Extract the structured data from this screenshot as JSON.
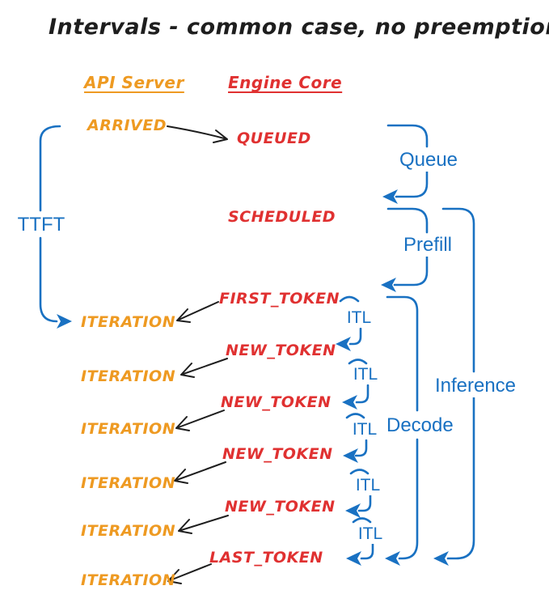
{
  "title": "Intervals - common case, no preemptions",
  "columns": {
    "api": "API Server",
    "engine": "Engine Core"
  },
  "api_lane": {
    "arrived": "ARRIVED",
    "iterations": [
      "ITERATION",
      "ITERATION",
      "ITERATION",
      "ITERATION",
      "ITERATION",
      "ITERATION"
    ]
  },
  "engine_lane": {
    "events": [
      "QUEUED",
      "SCHEDULED",
      "FIRST_TOKEN",
      "NEW_TOKEN",
      "NEW_TOKEN",
      "NEW_TOKEN",
      "NEW_TOKEN",
      "LAST_TOKEN"
    ]
  },
  "intervals": {
    "ttft": "TTFT",
    "queue": "Queue",
    "prefill": "Prefill",
    "decode": "Decode",
    "inference": "Inference",
    "itl_labels": [
      "ITL",
      "ITL",
      "ITL",
      "ITL",
      "ITL"
    ]
  },
  "colors": {
    "api_text": "#EE9A22",
    "engine_text": "#E03131",
    "interval_blue": "#1971C2",
    "arrow_black": "#1E1E1E",
    "background": "#FFFFFF"
  }
}
